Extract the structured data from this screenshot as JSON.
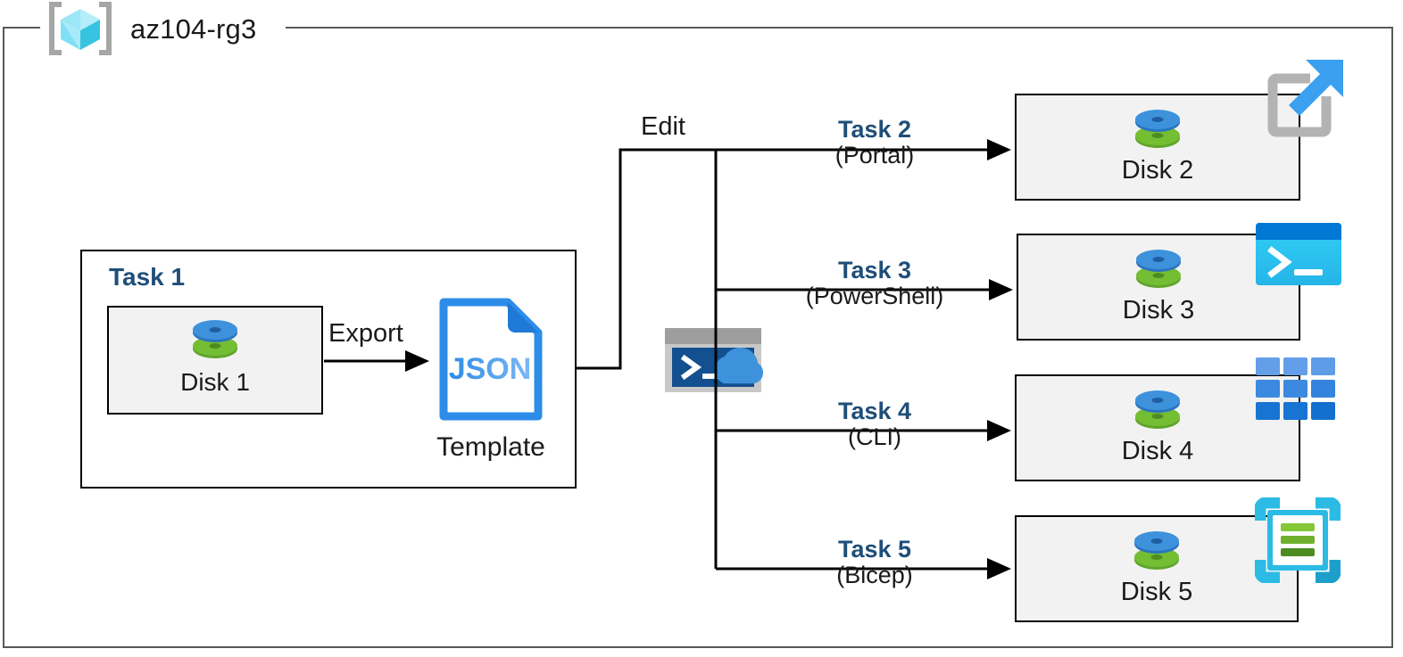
{
  "diagram": {
    "resource_group": {
      "name": "az104-rg3",
      "icon": "resource-group-cube-icon"
    },
    "task1": {
      "label": "Task 1",
      "disk": {
        "name": "Disk 1",
        "icon": "managed-disk-icon"
      },
      "export_label": "Export",
      "template": {
        "file_type": "JSON",
        "caption": "Template",
        "icon": "json-file-icon"
      }
    },
    "edit_label": "Edit",
    "cloud_shell": {
      "icon": "cloud-shell-icon"
    },
    "branches": [
      {
        "task": "Task 2",
        "method": "(Portal)",
        "disk": "Disk 2",
        "tool_icon": "azure-portal-external-link-icon"
      },
      {
        "task": "Task 3",
        "method": "(PowerShell)",
        "disk": "Disk 3",
        "tool_icon": "powershell-terminal-icon"
      },
      {
        "task": "Task 4",
        "method": "(CLI)",
        "disk": "Disk 4",
        "tool_icon": "azure-cli-grid-icon"
      },
      {
        "task": "Task 5",
        "method": "(Bicep)",
        "disk": "Disk 5",
        "tool_icon": "bicep-file-icon"
      }
    ],
    "colors": {
      "task_label_blue": "#1F4E79",
      "frame_gray": "#595959",
      "box_fill": "#F2F2F2",
      "box_border": "#000000",
      "disk_blue": "#3C8FD8",
      "disk_green": "#6CB02C",
      "json_blue": "#2D8CE8",
      "portal_blue": "#3AA0EF",
      "portal_gray": "#B3B3B3",
      "pwsh_cyan": "#29C5F6",
      "pwsh_header": "#0078D4",
      "cli_blue": "#2E8BE0",
      "bicep_cyan": "#2BBBE5",
      "bicep_green": "#7FBA33",
      "shell_dark": "#12508F",
      "shell_gray": "#9E9E9E"
    }
  }
}
